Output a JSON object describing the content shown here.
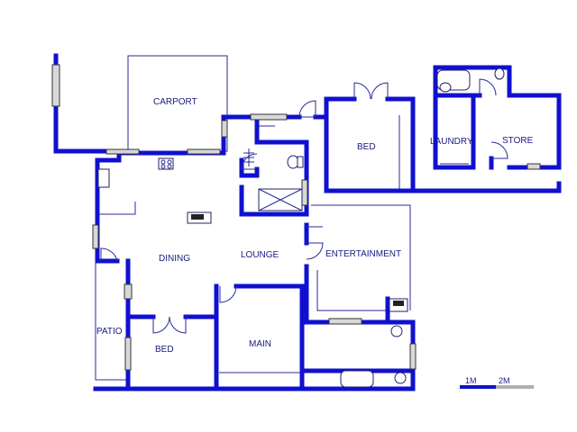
{
  "rooms": {
    "carport": "CARPORT",
    "bed_top": "BED",
    "laundry": "LAUNDRY",
    "store": "STORE",
    "dining": "DINING",
    "lounge": "LOUNGE",
    "entertainment": "ENTERTAINMENT",
    "patio": "PATIO",
    "bed_bottom": "BED",
    "main": "MAIN"
  },
  "scale": {
    "label_1": "1M",
    "label_2": "2M"
  },
  "colors": {
    "wall": "#1010d0",
    "outline": "#2a2a9a",
    "window": "#d8d8d8"
  }
}
